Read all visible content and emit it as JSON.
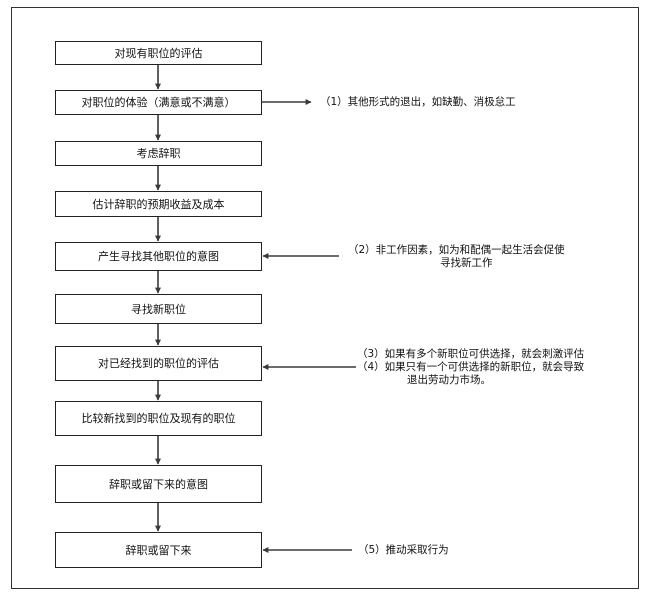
{
  "steps": [
    {
      "label": "对现有职位的评估"
    },
    {
      "label": "对职位的体验（满意或不满意）"
    },
    {
      "label": "考虑辞职"
    },
    {
      "label": "估计辞职的预期收益及成本"
    },
    {
      "label": "产生寻找其他职位的意图"
    },
    {
      "label": "寻找新职位"
    },
    {
      "label": "对已经找到的职位的评估"
    },
    {
      "label": "比较新找到的职位及现有的职位"
    },
    {
      "label": "辞职或留下来的意图"
    },
    {
      "label": "辞职或留下来"
    }
  ],
  "notes": {
    "n1": {
      "line1": "（1）其他形式的退出，如缺勤、消极怠工"
    },
    "n2": {
      "line1": "（2）非工作因素，如为和配偶一起生活会促使",
      "line2": "寻找新工作"
    },
    "n3": {
      "line1": "（3）如果有多个新职位可供选择，就会刺激评估",
      "line2": "（4）如果只有一个可供选择的新职位，就会导致",
      "line3": "退出劳动力市场。"
    },
    "n5": {
      "line1": "（5）推动采取行为"
    }
  },
  "colors": {
    "line": "#3a3a3a",
    "border": "#222222",
    "text": "#111111"
  }
}
